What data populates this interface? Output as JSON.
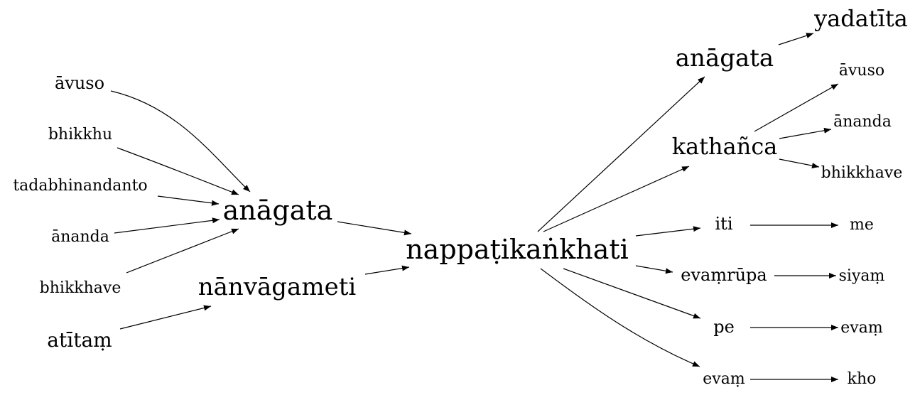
{
  "nodes": {
    "avuso_l": "āvuso",
    "bhikkhu": "bhikkhu",
    "tadabhi": "tadabhinandanto",
    "ananda_l": "ānanda",
    "bhikkhave_l": "bhikkhave",
    "atitam": "atītaṃ",
    "anagata_l": "anāgata",
    "nanva": "nānvāgameti",
    "center": "nappaṭikaṅkhati",
    "anagata_r": "anāgata",
    "yadatita": "yadatīta",
    "kathanca": "kathañca",
    "avuso_r": "āvuso",
    "ananda_r": "ānanda",
    "bhikkhave_r": "bhikkhave",
    "iti": "iti",
    "me": "me",
    "evamrupa": "evaṃrūpa",
    "siyam": "siyaṃ",
    "pe": "pe",
    "evam_end": "evaṃ",
    "evam": "evaṃ",
    "kho": "kho"
  },
  "edges": [
    [
      "avuso_l",
      "anagata_l"
    ],
    [
      "bhikkhu",
      "anagata_l"
    ],
    [
      "tadabhi",
      "anagata_l"
    ],
    [
      "ananda_l",
      "anagata_l"
    ],
    [
      "bhikkhave_l",
      "anagata_l"
    ],
    [
      "atitam",
      "nanva"
    ],
    [
      "anagata_l",
      "center"
    ],
    [
      "nanva",
      "center"
    ],
    [
      "center",
      "anagata_r"
    ],
    [
      "center",
      "kathanca"
    ],
    [
      "center",
      "iti"
    ],
    [
      "center",
      "evamrupa"
    ],
    [
      "center",
      "pe"
    ],
    [
      "center",
      "evam"
    ],
    [
      "anagata_r",
      "yadatita"
    ],
    [
      "kathanca",
      "avuso_r"
    ],
    [
      "kathanca",
      "ananda_r"
    ],
    [
      "kathanca",
      "bhikkhave_r"
    ],
    [
      "iti",
      "me"
    ],
    [
      "evamrupa",
      "siyam"
    ],
    [
      "pe",
      "evam_end"
    ],
    [
      "evam",
      "kho"
    ]
  ]
}
